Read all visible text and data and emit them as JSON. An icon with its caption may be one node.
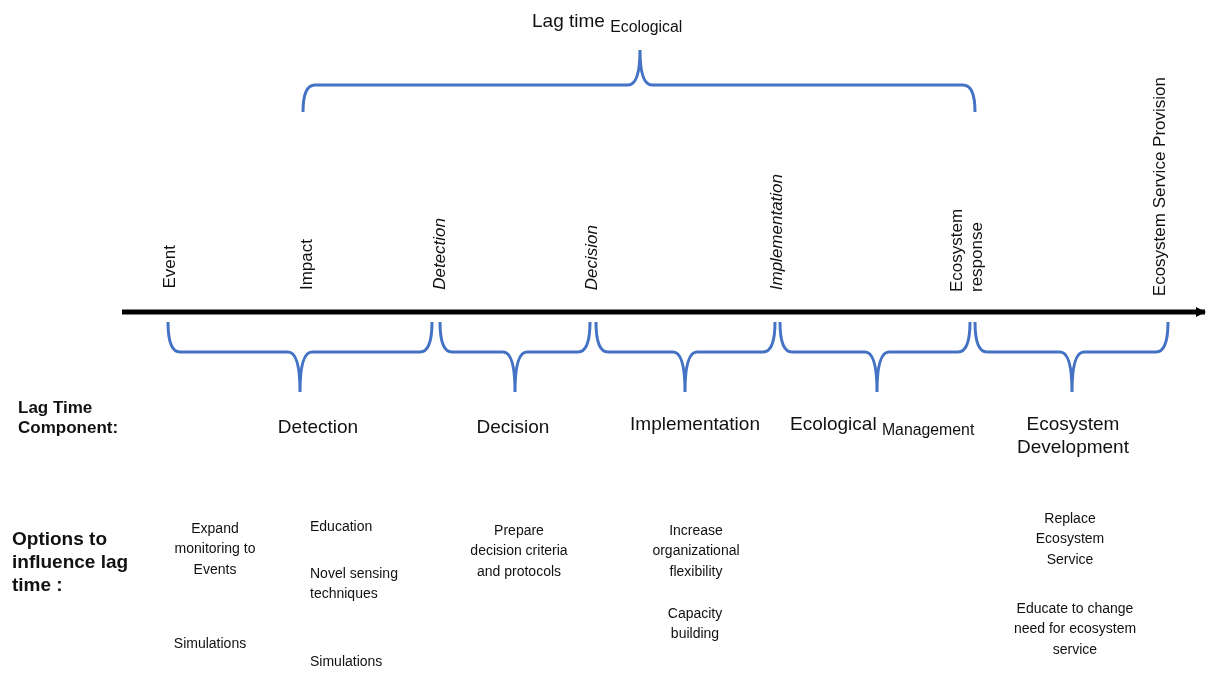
{
  "diagram": {
    "labels": [
      "Lag time $_{Ecological}$",
      "Ecosystem Service Provision",
      "Event",
      "Impact",
      "Detection",
      "Decision",
      "Implementation",
      "Ecosystem response",
      "Lag Time Component:",
      "Detection",
      "Decision",
      "Implementation",
      "Ecological $_{Management}$",
      "Ecosystem Development",
      "Options to influence lag time :",
      "Expand monitoring to Events",
      "Simulations",
      "Education",
      "Novel sensing techniques",
      "Simulations",
      "Prepare decision criteria and protocols",
      "Increase organizational flexibility",
      "Capacity building",
      "Replace Ecosystem Service",
      "Educate to change need for ecosystem service"
    ]
  }
}
